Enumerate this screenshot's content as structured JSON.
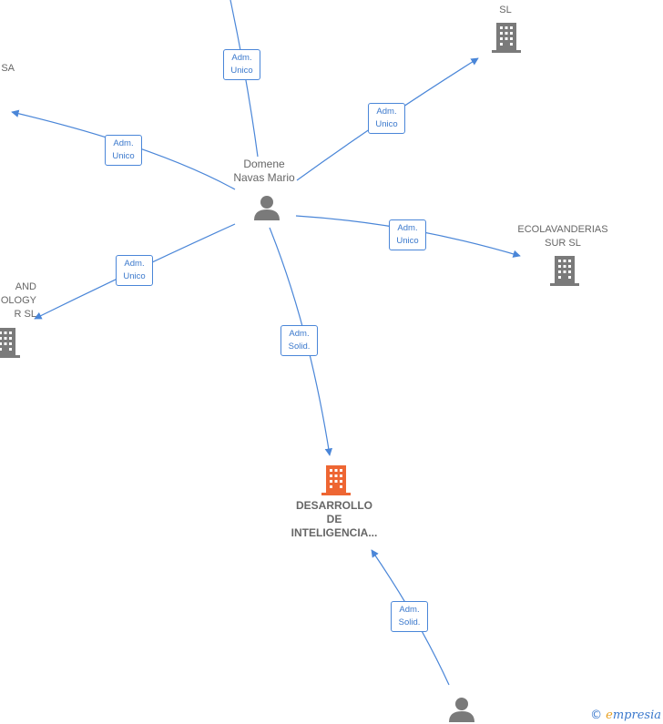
{
  "colors": {
    "edge": "#4a86d8",
    "building": "#7a7a7a",
    "building_highlight": "#ee6633",
    "person": "#7a7a7a"
  },
  "nodes": {
    "center_person": {
      "label_lines": [
        "Domene",
        "Navas Mario"
      ],
      "icon": "person-icon"
    },
    "top_right": {
      "label_lines": [
        "SL"
      ],
      "icon": "building-icon"
    },
    "top_left": {
      "label_lines": [
        "SA"
      ],
      "icon": ""
    },
    "right": {
      "label_lines": [
        "ECOLAVANDERIAS",
        "SUR  SL"
      ],
      "icon": "building-icon"
    },
    "left": {
      "label_lines": [
        "AND",
        "OLOGY",
        "R  SL"
      ],
      "icon": "building-icon"
    },
    "main_company": {
      "label_lines": [
        "DESARROLLO",
        "DE",
        "INTELIGENCIA..."
      ],
      "icon": "building-icon"
    },
    "bottom_person": {
      "label_lines": [],
      "icon": "person-icon"
    }
  },
  "edges": [
    {
      "label_lines": [
        "Adm.",
        "Unico"
      ]
    },
    {
      "label_lines": [
        "Adm.",
        "Unico"
      ]
    },
    {
      "label_lines": [
        "Adm.",
        "Unico"
      ]
    },
    {
      "label_lines": [
        "Adm.",
        "Unico"
      ]
    },
    {
      "label_lines": [
        "Adm.",
        "Unico"
      ]
    },
    {
      "label_lines": [
        "Adm.",
        "Solid."
      ]
    },
    {
      "label_lines": [
        "Adm.",
        "Solid."
      ]
    }
  ],
  "brand": {
    "copyright": "©",
    "e": "e",
    "rest": "mpresia"
  }
}
